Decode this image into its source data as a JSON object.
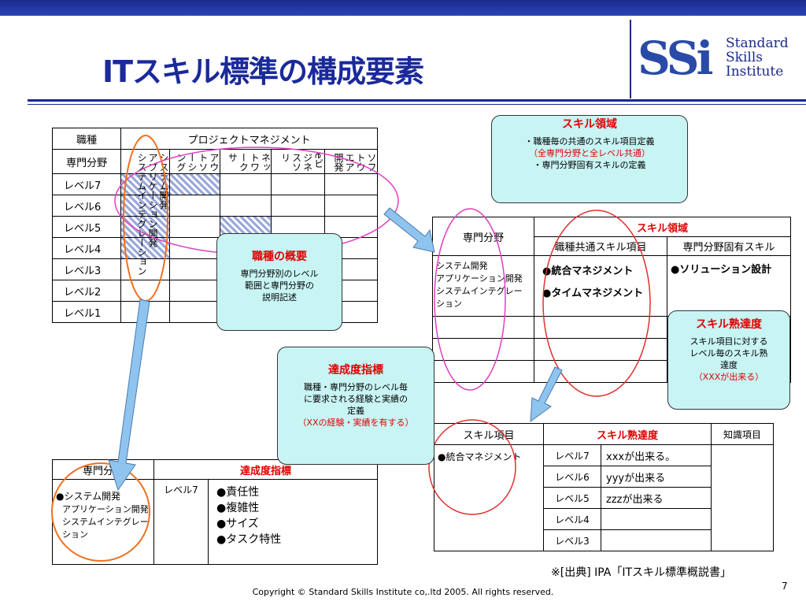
{
  "title": "ITスキル標準の構成要素",
  "logo": {
    "mark": "SSi",
    "line1": "Standard",
    "line2": "Skills",
    "line3": "Institute"
  },
  "t1": {
    "h_job": "職種",
    "h_pm": "プロジェクトマネジメント",
    "spec": "専門分野",
    "cols": [
      "システム開発\nアプリケーション開発\nシステムインテグレーション",
      "アウトソーシング",
      "ネットワークサ",
      "eビジネスソリ",
      "ソフトウエア開発"
    ],
    "levels": [
      "レベル7",
      "レベル6",
      "レベル5",
      "レベル4",
      "レベル3",
      "レベル2",
      "レベル1"
    ]
  },
  "t2": {
    "spec": "専門分野",
    "achieve": "達成度指標",
    "item1": "●システム開発",
    "item2": "アプリケーション開発",
    "item3": "システムインテグレーション",
    "level": "レベル7",
    "bullets": [
      "●責任性",
      "●複雑性",
      "●サイズ",
      "●タスク特性"
    ]
  },
  "t3": {
    "spec": "専門分野",
    "area": "スキル領域",
    "common": "職種共通スキル項目",
    "specific": "専門分野固有スキル",
    "fields": [
      "システム開発",
      "アプリケーション開発",
      "システムインテグレーション"
    ],
    "c1": "●統合マネジメント",
    "c2": "●タイムマネジメント",
    "s1": "●ソリューション設計"
  },
  "t4": {
    "item": "スキル項目",
    "level_h": "スキル熟達度",
    "know": "知識項目",
    "row_item": "●統合マネジメント",
    "rows": [
      {
        "lv": "レベル7",
        "txt": "xxxが出来る。"
      },
      {
        "lv": "レベル6",
        "txt": "yyyが出来る"
      },
      {
        "lv": "レベル5",
        "txt": "zzzが出来る"
      },
      {
        "lv": "レベル4",
        "txt": ""
      },
      {
        "lv": "レベル3",
        "txt": ""
      }
    ]
  },
  "b1": {
    "h": "スキル領域",
    "l1": "・職種毎の共通のスキル項目定義",
    "l2": "（全専門分野と全レベル共通）",
    "l3": "・専門分野固有スキルの定義"
  },
  "b2": {
    "h": "職種の概要",
    "l1": "専門分野別のレベル",
    "l2": "範囲と専門分野の",
    "l3": "説明記述"
  },
  "b3": {
    "h": "達成度指標",
    "l1": "職種・専門分野のレベル毎",
    "l2": "に要求される経験と実績の",
    "l3": "定義",
    "l4": "（XXの経験・実績を有する）"
  },
  "b4": {
    "h": "スキル熟達度",
    "l1": "スキル項目に対する",
    "l2": "レベル毎のスキル熟",
    "l3": "達度",
    "l4": "（XXXが出来る）"
  },
  "source": "※[出典]  IPA「ITスキル標準概説書」",
  "footer": "Copyright © Standard Skills Institute co,.ltd 2005. All rights reserved.",
  "page": "7"
}
